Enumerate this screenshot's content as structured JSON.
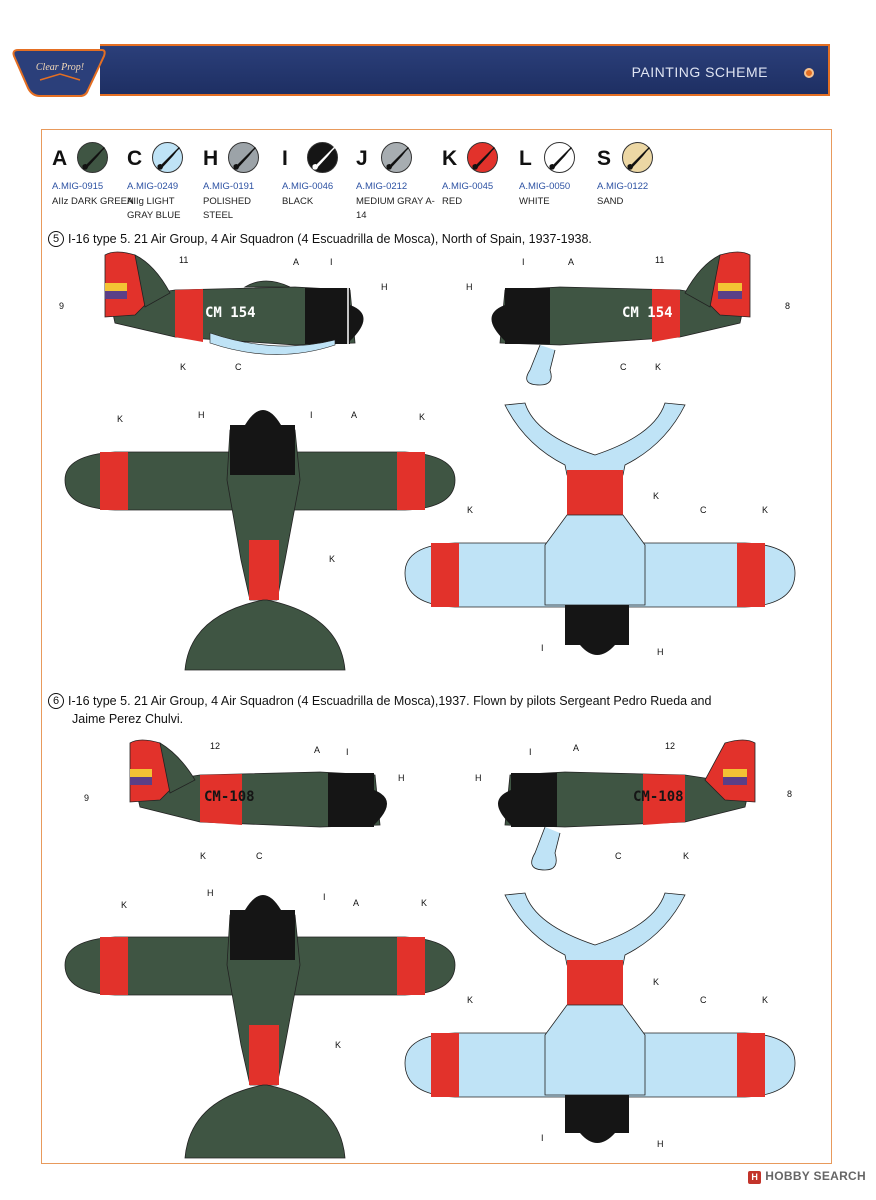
{
  "header": {
    "title": "PAINTING SCHEME",
    "logo_text": "Clear Prop!"
  },
  "colors": {
    "A": "#3f5543",
    "C": "#bfe3f6",
    "H": "#9ca3a8",
    "I": "#151515",
    "J": "#a7adb1",
    "K": "#e2322b",
    "L": "#ffffff",
    "S": "#ecd7a4",
    "accent": "#e46f23",
    "header_bg": "#2b3f7a",
    "yellow": "#f3c334",
    "purple": "#5b3f87"
  },
  "palette": [
    {
      "letter": "A",
      "code": "A.MIG-0915",
      "name": "AIIz DARK GREEN"
    },
    {
      "letter": "C",
      "code": "A.MIG-0249",
      "name": "AIIg LIGHT GRAY BLUE"
    },
    {
      "letter": "H",
      "code": "A.MIG-0191",
      "name": "POLISHED STEEL"
    },
    {
      "letter": "I",
      "code": "A.MIG-0046",
      "name": "BLACK"
    },
    {
      "letter": "J",
      "code": "A.MIG-0212",
      "name": "MEDIUM GRAY A-14"
    },
    {
      "letter": "K",
      "code": "A.MIG-0045",
      "name": "RED"
    },
    {
      "letter": "L",
      "code": "A.MIG-0050",
      "name": "WHITE"
    },
    {
      "letter": "S",
      "code": "A.MIG-0122",
      "name": "SAND"
    }
  ],
  "schemes": [
    {
      "number": "5",
      "title": "I-16 type 5. 21 Air Group, 4 Air Squadron (4 Escuadrilla de Mosca), North of Spain, 1937-1938.",
      "title_line2": "",
      "registration": "CM 154",
      "decal_left": "11",
      "decal_tail_left": "9",
      "decal_tail_right": "8"
    },
    {
      "number": "6",
      "title": "I-16 type 5. 21 Air Group, 4 Air Squadron (4 Escuadrilla de Mosca),1937. Flown by pilots Sergeant Pedro Rueda and",
      "title_line2": "Jaime Perez Chulvi.",
      "registration": "CM-108",
      "decal_left": "12",
      "decal_tail_left": "9",
      "decal_tail_right": "8"
    }
  ],
  "callout_letters": {
    "A": "A",
    "C": "C",
    "H": "H",
    "I": "I",
    "K": "K"
  },
  "watermark": "HOBBY SEARCH",
  "watermark_icon": "H"
}
